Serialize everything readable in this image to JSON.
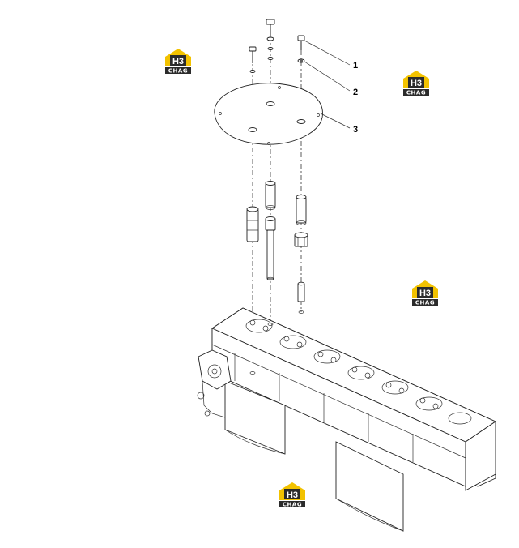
{
  "diagram": {
    "callouts": [
      {
        "label": "1"
      },
      {
        "label": "2"
      },
      {
        "label": "3"
      }
    ]
  },
  "watermark": {
    "brand_top": "H3",
    "brand_bottom": "CHAG",
    "color_yellow": "#f2c200",
    "color_dark": "#2b2b2b"
  }
}
